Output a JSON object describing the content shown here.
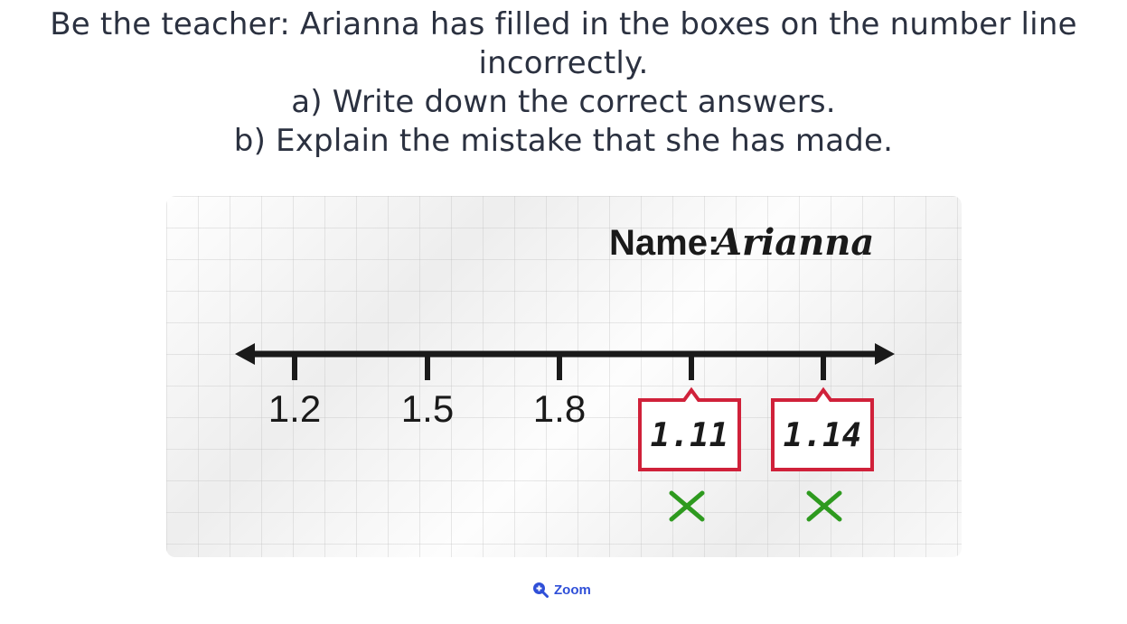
{
  "question": {
    "line1": "Be the teacher: Arianna has filled in the boxes on the number line",
    "line2": "incorrectly.",
    "line3": "a) Write down the correct answers.",
    "line4": "b) Explain the mistake that she has made."
  },
  "worksheet": {
    "name_label": "Name:",
    "name_value": "Arianna",
    "ticks": [
      "1.2",
      "1.5",
      "1.8"
    ],
    "answers": [
      "1.11",
      "1.14"
    ],
    "marks": [
      "incorrect",
      "incorrect"
    ],
    "colors": {
      "box_border": "#d0213a",
      "cross": "#2e9a1f",
      "line": "#1a1a1a"
    }
  },
  "zoom": {
    "label": "Zoom",
    "icon": "zoom-in-icon"
  }
}
